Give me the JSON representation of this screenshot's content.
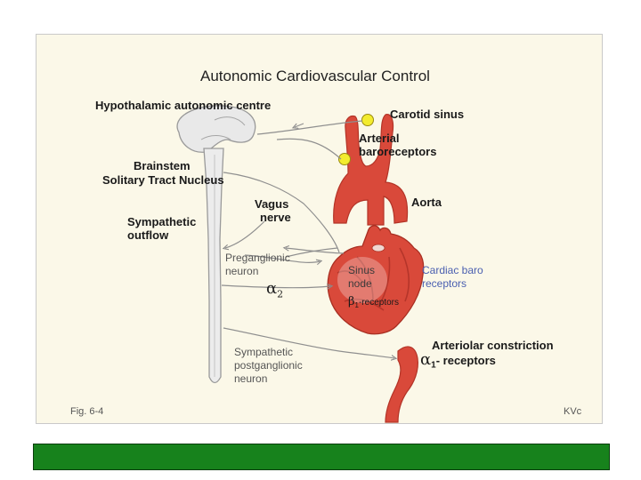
{
  "title": "Autonomic Cardiovascular Control",
  "labels": {
    "hypothalamic": "Hypothalamic autonomic centre",
    "brainstem": "Brainstem",
    "solitary": "Solitary Tract Nucleus",
    "sympathetic_outflow_1": "Sympathetic",
    "sympathetic_outflow_2": "outflow",
    "vagus_1": "Vagus",
    "vagus_2": "nerve",
    "carotid_sinus": "Carotid sinus",
    "arterial_1": "Arterial",
    "arterial_2": "baroreceptors",
    "aorta": "Aorta",
    "preganglionic_1": "Preganglionic",
    "preganglionic_2": "neuron",
    "alpha2_symbol": "α",
    "alpha2_sub": "2",
    "sinus_1": "Sinus",
    "sinus_2": "node",
    "beta_symbol": "β",
    "beta_sub": "1",
    "beta_text": "-receptors",
    "cardiac_1": "Cardiac baro",
    "cardiac_2": "receptors",
    "arteriolar": "Arteriolar constriction",
    "alpha1_symbol": "α",
    "alpha1_sub": "1",
    "alpha1_text": "- receptors",
    "postganglionic_1": "Sympathetic",
    "postganglionic_2": "postganglionic",
    "postganglionic_3": "neuron",
    "fig": "Fig. 6-4",
    "credit": "KVc"
  },
  "colors": {
    "background": "#fbf8e8",
    "organ_red": "#d9493a",
    "brain_grey": "#e4e4e4",
    "receptor_yellow": "#f3ec2e",
    "bar_green": "#17821c"
  },
  "icons": [
    "brain-icon",
    "spinal-cord-icon",
    "carotid-artery-icon",
    "heart-icon",
    "arteriole-icon",
    "baroreceptor-icon"
  ]
}
